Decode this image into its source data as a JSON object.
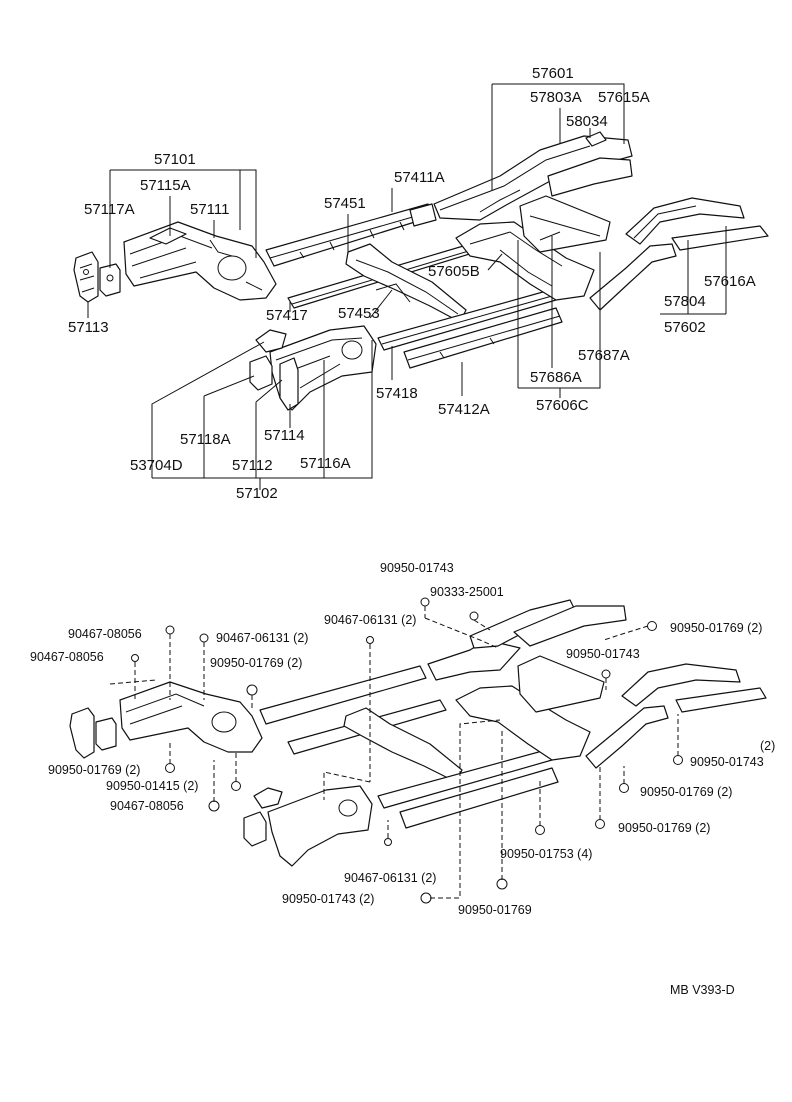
{
  "upper_labels": {
    "p57101": "57101",
    "p57115A": "57115A",
    "p57117A": "57117A",
    "p57111": "57111",
    "p57113": "57113",
    "p57417": "57417",
    "p57451": "57451",
    "p57411A": "57411A",
    "p57453": "57453",
    "p57601": "57601",
    "p57803A": "57803A",
    "p57615A": "57615A",
    "p58034": "58034",
    "p57605B": "57605B",
    "p57616A": "57616A",
    "p57804": "57804",
    "p57602": "57602",
    "p57687A": "57687A",
    "p57686A": "57686A",
    "p57606C": "57606C",
    "p57418": "57418",
    "p57412A": "57412A",
    "p57118A": "57118A",
    "p57114": "57114",
    "p53704D": "53704D",
    "p57112": "57112",
    "p57116A": "57116A",
    "p57102": "57102"
  },
  "lower_labels": {
    "f1": "90950-01743",
    "f2": "90333-25001",
    "f3": "90467-06131 (2)",
    "f4": "90467-08056",
    "f5": "90467-06131 (2)",
    "f6": "90467-08056",
    "f7": "90950-01769 (2)",
    "f8": "90950-01769 (2)",
    "f9": "90950-01743",
    "f10": "(2)",
    "f11": "90950-01743",
    "f12": "90950-01769 (2)",
    "f13": "90950-01415 (2)",
    "f14": "90467-08056",
    "f15": "90950-01769 (2)",
    "f16": "90950-01769 (2)",
    "f17": "90950-01753 (4)",
    "f18": "90467-06131 (2)",
    "f19": "90950-01743 (2)",
    "f20": "90950-01769"
  },
  "footer": {
    "code": "MB  V393-D"
  }
}
